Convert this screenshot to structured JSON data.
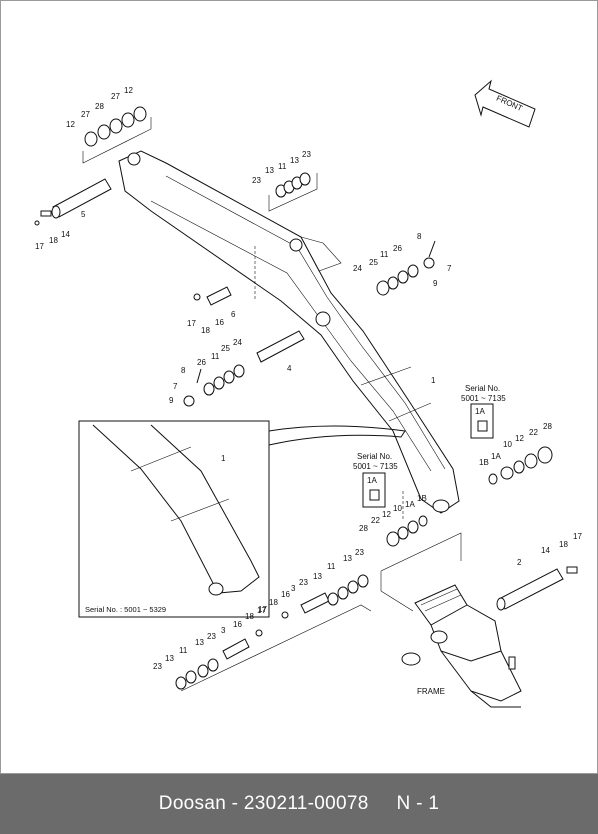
{
  "footer": {
    "text": "Doosan - 230211-00078     N - 1"
  },
  "front_arrow": {
    "label": "FRONT"
  },
  "inset": {
    "serial_label": "Serial No. : 5001 ~ 5329",
    "callout": "1"
  },
  "serial_box_right": {
    "line1": "Serial No.",
    "line2": "5001 ~ 7135",
    "part": "1A"
  },
  "serial_box_left": {
    "line1": "Serial No.",
    "line2": "5001 ~ 7135",
    "part": "1A"
  },
  "frame_label": "FRAME",
  "callouts": {
    "top_left_stack": [
      "12",
      "27",
      "28",
      "27",
      "12"
    ],
    "pin5_group": [
      "5",
      "14",
      "18",
      "17"
    ],
    "top_mid_stack": [
      "23",
      "13",
      "11",
      "13",
      "23"
    ],
    "right_group": [
      "8",
      "7",
      "9",
      "24",
      "25",
      "11",
      "26"
    ],
    "pin6_group": [
      "17",
      "18",
      "16",
      "6"
    ],
    "mid_left_group": [
      "8",
      "26",
      "11",
      "25",
      "24",
      "7",
      "9"
    ],
    "pin4": "4",
    "boom": "1",
    "right_bush_group": [
      "1B",
      "1A",
      "10",
      "12",
      "22",
      "28"
    ],
    "left_bush_group": [
      "28",
      "22",
      "12",
      "10",
      "1A",
      "1B"
    ],
    "pin2_group": [
      "2",
      "14",
      "18",
      "17"
    ],
    "lower_row": [
      "23",
      "13",
      "11",
      "13",
      "23",
      "3",
      "16",
      "18",
      "17"
    ],
    "bottom_row": [
      "23",
      "13",
      "11",
      "13",
      "23",
      "3",
      "16",
      "18",
      "17"
    ]
  }
}
